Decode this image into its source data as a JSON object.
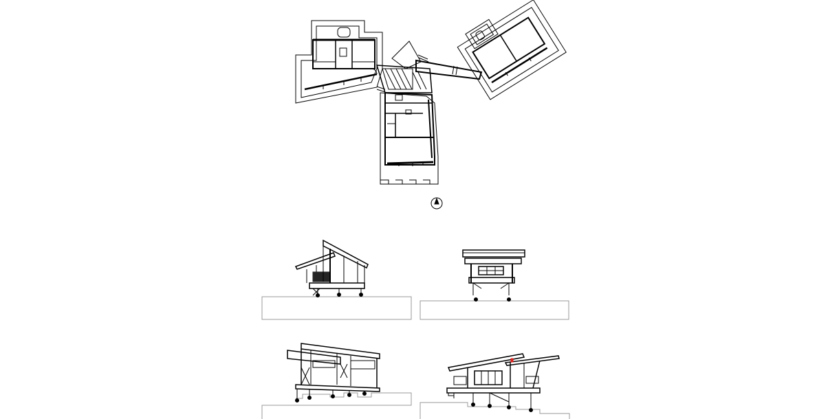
{
  "drawing": {
    "ink": "#000000",
    "paper": "#ffffff",
    "ground_line": "#999999",
    "accent": "#e0201a",
    "north_arrow_icon": "north-arrow-icon",
    "views": [
      "floor-plan",
      "elevation-1",
      "elevation-2",
      "elevation-3",
      "elevation-4"
    ]
  }
}
